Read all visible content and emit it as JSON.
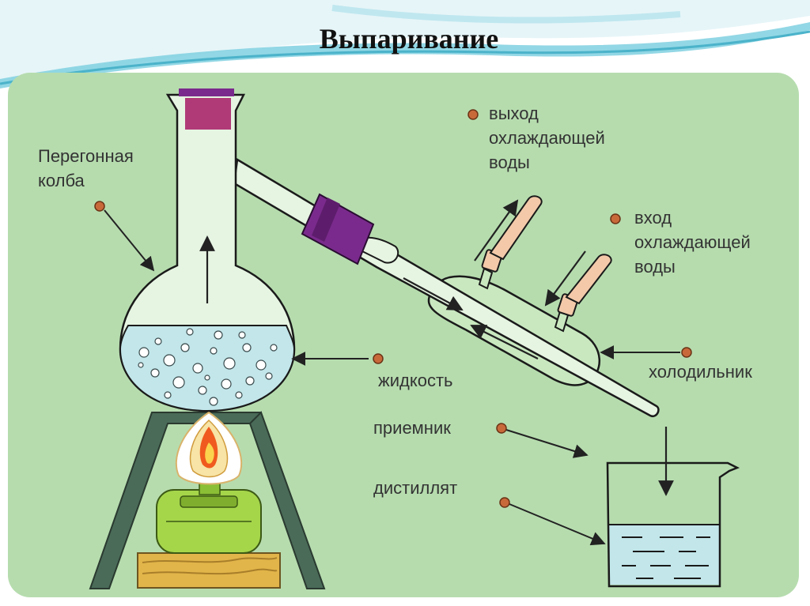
{
  "title": "Выпаривание",
  "labels": {
    "flask": "Перегонная\nколба",
    "water_out": "выход\nохлаждающей\nводы",
    "water_in": "вход\nохлаждающей\nводы",
    "liquid": "жидкость",
    "condenser": "холодильник",
    "receiver": "приемник",
    "distillate": "дистиллят"
  },
  "colors": {
    "panel": "#b6dcae",
    "liquid": "#c2e6ea",
    "stopper": "#7a2a8c",
    "burner": "#a5d64a",
    "marker": "#c8693a",
    "wave": "#5fc5d8"
  }
}
